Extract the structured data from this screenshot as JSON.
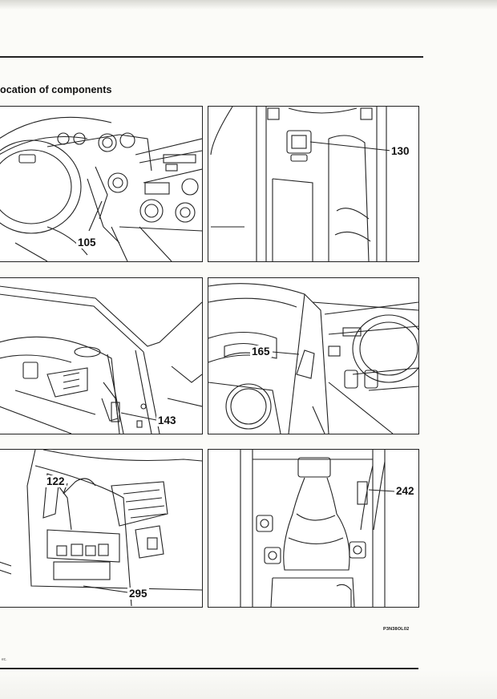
{
  "page": {
    "section_title": "ocation of components",
    "figure_code": "P3N38OL02",
    "edge_mark": "ec."
  },
  "panels": [
    {
      "id": "dashboard-steering",
      "callouts": [
        "105"
      ]
    },
    {
      "id": "center-console-switch",
      "callouts": [
        "130"
      ]
    },
    {
      "id": "door-pillar-left",
      "callouts": [
        "143"
      ]
    },
    {
      "id": "door-pillar-right",
      "callouts": [
        "165"
      ]
    },
    {
      "id": "fuse-relay-box",
      "callouts": [
        "122",
        "295"
      ]
    },
    {
      "id": "gear-lever-console",
      "callouts": [
        "242"
      ]
    }
  ],
  "colors": {
    "ink": "#222222",
    "paper": "#fbfbf8"
  }
}
